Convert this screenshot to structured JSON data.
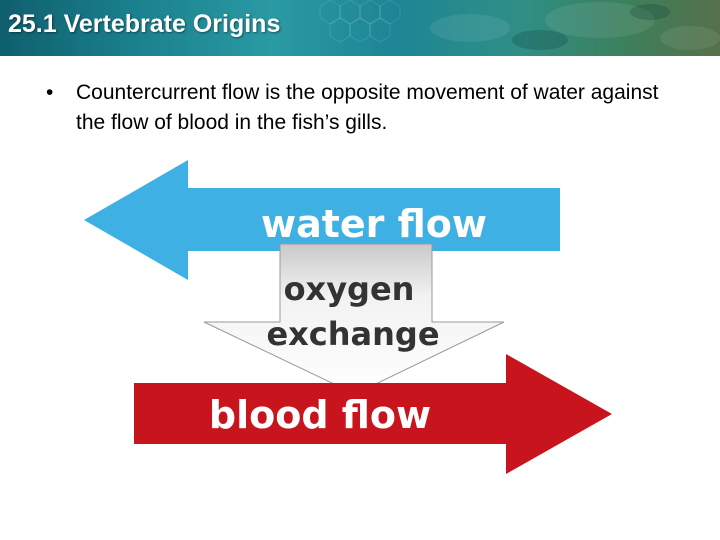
{
  "slide": {
    "title": "25.1 Vertebrate Origins",
    "bullet_symbol": "•",
    "bullet_text": "Countercurrent flow is the opposite movement of water against the flow of blood in the fish’s gills."
  },
  "diagram": {
    "water_label": "water flow",
    "exchange_line1": "oxygen",
    "exchange_line2": "exchange",
    "blood_label": "blood flow",
    "colors": {
      "water": "#3fb0e3",
      "blood": "#c8151d",
      "exchange_fill": "#f4f4f4",
      "exchange_text": "#333333",
      "label_text": "#ffffff"
    }
  }
}
